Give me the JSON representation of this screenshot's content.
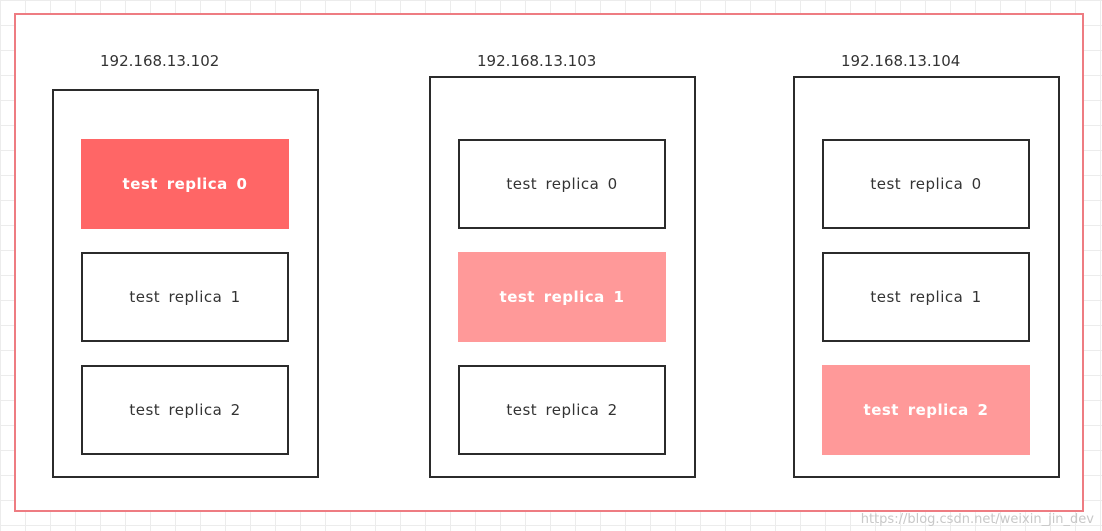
{
  "nodes": [
    {
      "ip": "192.168.13.102",
      "replicas": [
        {
          "label": "test replica 0",
          "state": "leader"
        },
        {
          "label": "test replica 1",
          "state": "normal"
        },
        {
          "label": "test replica 2",
          "state": "normal"
        }
      ]
    },
    {
      "ip": "192.168.13.103",
      "replicas": [
        {
          "label": "test replica 0",
          "state": "normal"
        },
        {
          "label": "test replica 1",
          "state": "highlight"
        },
        {
          "label": "test replica 2",
          "state": "normal"
        }
      ]
    },
    {
      "ip": "192.168.13.104",
      "replicas": [
        {
          "label": "test replica 0",
          "state": "normal"
        },
        {
          "label": "test replica 1",
          "state": "normal"
        },
        {
          "label": "test replica 2",
          "state": "highlight"
        }
      ]
    }
  ],
  "colors": {
    "frame_border": "#ee7c82",
    "leader_fill": "#ff6666",
    "highlight_fill": "#ff9999"
  },
  "watermark": "https://blog.csdn.net/weixin_jin_dev"
}
